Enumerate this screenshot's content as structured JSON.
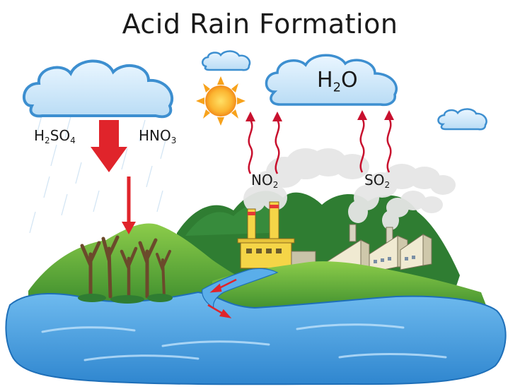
{
  "title": "Acid Rain Formation",
  "labels": {
    "h2so4": {
      "main": "H",
      "sub1": "2",
      "mid": "SO",
      "sub2": "4"
    },
    "hno3": {
      "main": "HNO",
      "sub1": "3"
    },
    "h2o": {
      "main": "H",
      "sub1": "2",
      "mid": "O"
    },
    "no2": {
      "main": "NO",
      "sub1": "2"
    },
    "so2": {
      "main": "SO",
      "sub1": "2"
    }
  },
  "colors": {
    "sky_cloud": "#d6ecfa",
    "cloud_outline": "#3d8fd0",
    "acid_arrow": "#e0242b",
    "wavy_arrow": "#c8102e",
    "sun": "#f7a21b",
    "hill_green": "#5aa83a",
    "dark_green": "#2f7d32",
    "water": "#4a9fe0",
    "water_dark": "#1e6fb8",
    "factory": "#f5d547"
  }
}
